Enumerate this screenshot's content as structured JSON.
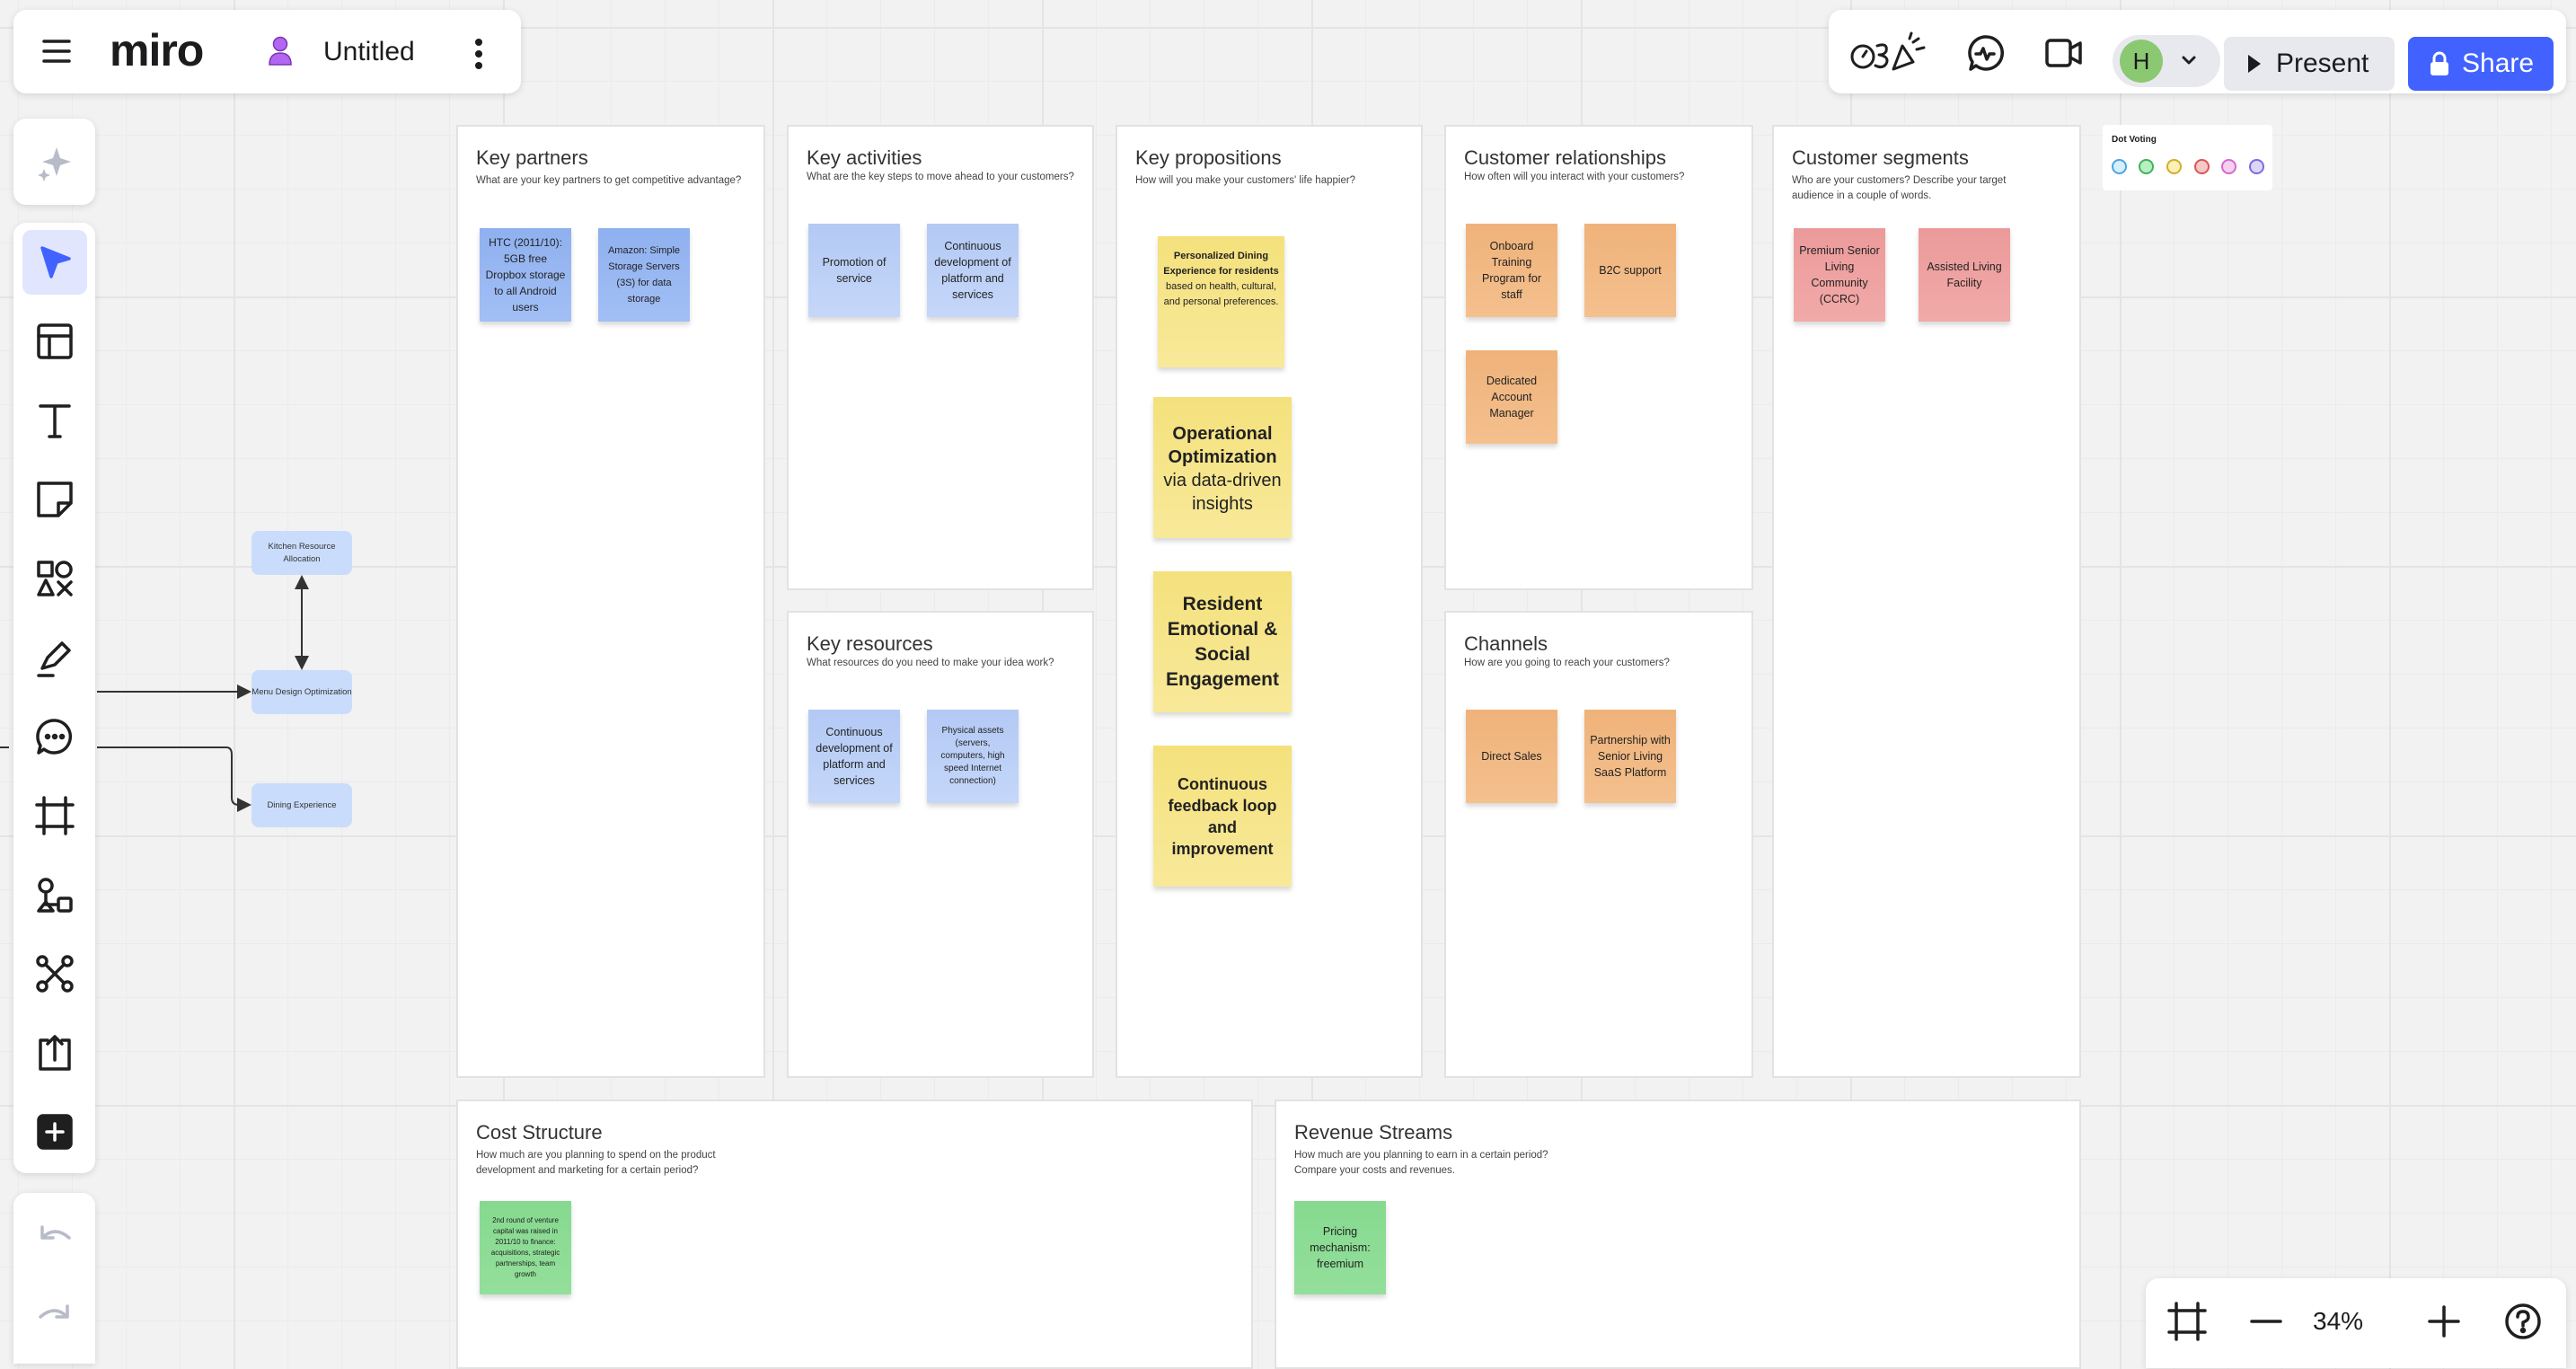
{
  "header": {
    "logo": "miro",
    "board_title": "Untitled",
    "avatar_initial": "H",
    "present_label": "Present",
    "share_label": "Share"
  },
  "zoom": {
    "level": "34%"
  },
  "colors": {
    "accent": "#4262ff",
    "avatar": "#8bc872",
    "board_icon": "#b366f2"
  },
  "panels": {
    "key_partners": {
      "title": "Key partners",
      "subtitle": "What are your key partners to get competitive advantage?",
      "notes": [
        "HTC (2011/10): 5GB free Dropbox storage to all Android users",
        "Amazon: Simple Storage Servers (3S) for data storage"
      ]
    },
    "key_activities": {
      "title": "Key activities",
      "subtitle": "What are the key steps to move ahead to your customers?",
      "notes": [
        "Promotion of service",
        "Continuous development of platform and services"
      ]
    },
    "key_resources": {
      "title": "Key resources",
      "subtitle": "What resources do you need to make your idea work?",
      "notes": [
        "Continuous development of platform and services",
        "Physical assets (servers, computers, high speed Internet connection)"
      ]
    },
    "key_propositions": {
      "title": "Key propositions",
      "subtitle": "How will you make your customers' life happier?",
      "note1_bold": "Personalized Dining Experience for residents",
      "note1_rest": " based on health, cultural, and personal preferences.",
      "note2_bold": "Operational Optimization",
      "note2_rest": "via data-driven insights",
      "notes": [
        "Resident Emotional & Social Engagement",
        "Continuous feedback loop and improvement"
      ]
    },
    "customer_relationships": {
      "title": "Customer relationships",
      "subtitle": "How often will you interact with your customers?",
      "notes": [
        "Onboard Training Program for staff",
        "B2C support",
        "Dedicated Account Manager"
      ]
    },
    "channels": {
      "title": "Channels",
      "subtitle": "How are you going to reach your customers?",
      "notes": [
        "Direct Sales",
        "Partnership with Senior Living SaaS Platform"
      ]
    },
    "customer_segments": {
      "title": "Customer segments",
      "subtitle": "Who are your customers? Describe your target audience in a couple of words.",
      "notes": [
        "Premium Senior Living Community (CCRC)",
        "Assisted Living Facility"
      ]
    },
    "cost_structure": {
      "title": "Cost Structure",
      "subtitle": "How much are you planning to spend on the product development and marketing for a certain period?",
      "notes": [
        "2nd round of venture capital was raised in 2011/10 to finance: acquisitions, strategic partnerships, team growth"
      ]
    },
    "revenue_streams": {
      "title": "Revenue Streams",
      "subtitle": "How much are you planning to earn in a certain period? Compare your costs and revenues.",
      "notes": [
        "Pricing mechanism: freemium"
      ]
    }
  },
  "dot_voting": {
    "title": "Dot Voting",
    "dots": [
      "#d6effc",
      "#b9eec3",
      "#fbf1b4",
      "#f6c8c8",
      "#f7d0f0",
      "#dcd6f8"
    ]
  },
  "flow": {
    "nodes": [
      "Kitchen Resource Allocation",
      "Menu Design Optimization",
      "Dining Experience"
    ]
  }
}
